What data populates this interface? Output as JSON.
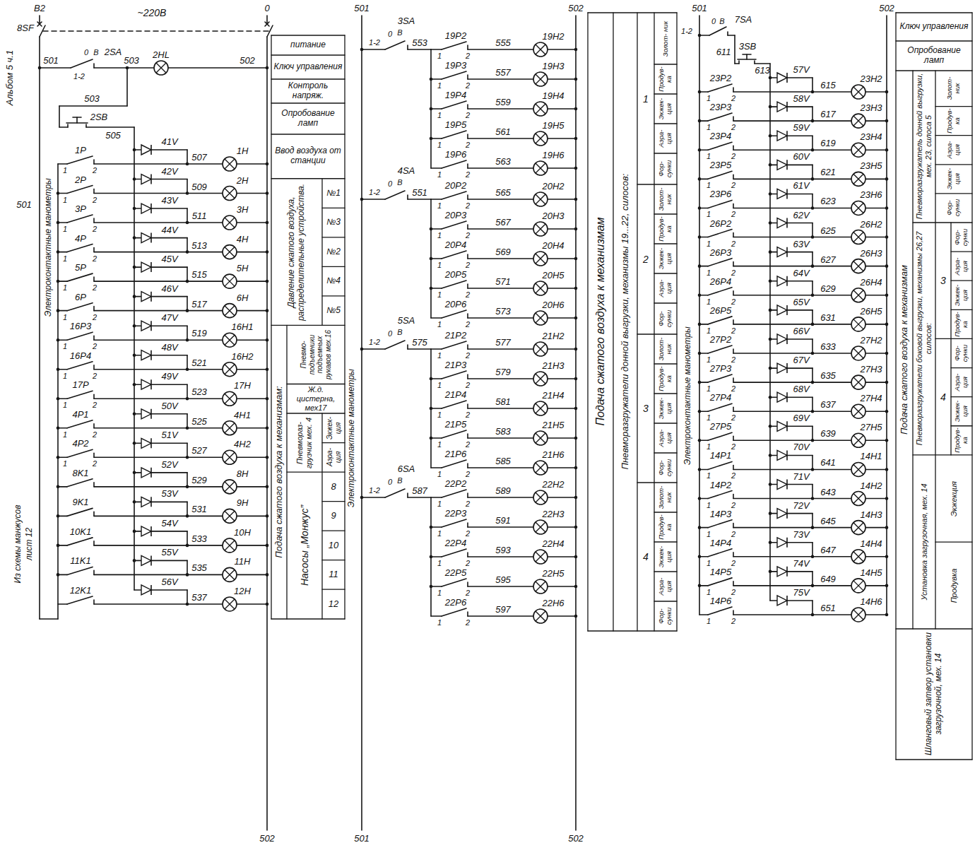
{
  "diagram": {
    "labels": [
      "Альбом 5 ч.1",
      "B2",
      "~220В",
      "0",
      "8SF",
      "501",
      "1-2",
      "0",
      "В",
      "2SA",
      "503",
      "2HL",
      "502",
      "503",
      "2SB",
      "505",
      "41V",
      "501",
      "Электроконтактные манометры",
      "Из схемы манжусов",
      "лист 12",
      "502",
      "1P",
      "1",
      "2",
      "507",
      "1H",
      "2P",
      "1",
      "2",
      "42V",
      "509",
      "2H",
      "3P",
      "1",
      "2",
      "43V",
      "511",
      "3H",
      "4P",
      "1",
      "2",
      "44V",
      "513",
      "4H",
      "5P",
      "1",
      "2",
      "45V",
      "515",
      "5H",
      "6P",
      "1",
      "2",
      "46V",
      "517",
      "6H",
      "16P3",
      "1",
      "2",
      "47V",
      "519",
      "16H1",
      "16P4",
      "1",
      "2",
      "48V",
      "521",
      "16H2",
      "17P",
      "1",
      "2",
      "49V",
      "523",
      "17H",
      "4P1",
      "1",
      "2",
      "50V",
      "525",
      "4H1",
      "4P2",
      "1",
      "2",
      "51V",
      "527",
      "4H2",
      "8K1",
      "52V",
      "529",
      "8H",
      "9K1",
      "53V",
      "531",
      "9H",
      "10K1",
      "54V",
      "533",
      "10H",
      "11K1",
      "55V",
      "535",
      "11H",
      "12K1",
      "56V",
      "537",
      "12H",
      "питание",
      "Ключ управления",
      "Контроль напряж.",
      "Опробование ламп",
      "Ввод воздуха от станции",
      "Давление сжатого воздуха, распределительные устройства.",
      "№1",
      "№3",
      "№2",
      "№4",
      "№5",
      "Подача сжатого воздуха к механизмам:",
      "Пневмо- подъемники подъемных рукавов мех.16",
      "Ж.д. цистерна, мех17",
      "Пневмораз- грузчик мех. 4",
      "Экжек- ция",
      "Аэра- ция",
      "Насосы „Монжус”",
      "8",
      "9",
      "10",
      "11",
      "12",
      "501",
      "502",
      "Электроконтактные манометры",
      "501",
      "502",
      "1-2",
      "0",
      "В",
      "3SA",
      "553",
      "19P2",
      "1",
      "2",
      "555",
      "19H2",
      "19P3",
      "1",
      "2",
      "557",
      "19H3",
      "19P4",
      "1",
      "2",
      "559",
      "19H4",
      "19P5",
      "1",
      "2",
      "561",
      "19H5",
      "19P6",
      "1",
      "2",
      "563",
      "19H6",
      "1-2",
      "0",
      "В",
      "4SA",
      "551",
      "20P2",
      "1",
      "2",
      "565",
      "20H2",
      "20P3",
      "1",
      "2",
      "567",
      "20H3",
      "20P4",
      "1",
      "2",
      "569",
      "20H4",
      "20P5",
      "1",
      "2",
      "571",
      "20H5",
      "20P6",
      "1",
      "2",
      "573",
      "20H6",
      "1-2",
      "0",
      "В",
      "5SA",
      "575",
      "21P2",
      "1",
      "2",
      "577",
      "21H2",
      "21P3",
      "1",
      "2",
      "579",
      "21H3",
      "21P4",
      "1",
      "2",
      "581",
      "21H4",
      "21P5",
      "1",
      "2",
      "583",
      "21H5",
      "21P6",
      "1",
      "2",
      "585",
      "21H6",
      "1-2",
      "0",
      "В",
      "6SA",
      "587",
      "22P2",
      "1",
      "2",
      "589",
      "22H2",
      "22P3",
      "1",
      "2",
      "591",
      "22H3",
      "22P4",
      "1",
      "2",
      "593",
      "22H4",
      "22P5",
      "1",
      "2",
      "595",
      "22H5",
      "22P6",
      "1",
      "2",
      "597",
      "22H6",
      "Подача сжатого воздуха к механизмам",
      "Пневморазгружатели донной выгрузки, механизмы 19...22, силосов:",
      "1",
      "Золот- ник",
      "Продув- ка",
      "Экжек- ция",
      "Аэра- ция",
      "Фор- сунки",
      "2",
      "Золот- ник",
      "Продув- ка",
      "Экжек- ция",
      "Аэра- ция",
      "Фор- сунки",
      "3",
      "Золот- ник",
      "Продув- ка",
      "Экжек- ция",
      "Аэра- ция",
      "Фор- сунки",
      "4",
      "Золот- ник",
      "Продув- ка",
      "Экжек- ция",
      "Аэра- ция",
      "Фор- сунки",
      "501",
      "502",
      "1-2",
      "0",
      "В",
      "7SA",
      "611",
      "3SB",
      "613",
      "57V",
      "Электроконтактные манометры",
      "23P2",
      "1",
      "2",
      "615",
      "23H2",
      "23P3",
      "1",
      "2",
      "58V",
      "617",
      "23H3",
      "23P4",
      "1",
      "2",
      "59V",
      "619",
      "23H4",
      "23P5",
      "1",
      "2",
      "60V",
      "621",
      "23H5",
      "23P6",
      "1",
      "2",
      "61V",
      "623",
      "23H6",
      "26P2",
      "1",
      "2",
      "62V",
      "625",
      "26H2",
      "26P3",
      "1",
      "2",
      "63V",
      "627",
      "26H3",
      "26P4",
      "1",
      "2",
      "64V",
      "629",
      "26H4",
      "26P5",
      "1",
      "2",
      "65V",
      "631",
      "26H5",
      "27P2",
      "1",
      "2",
      "66V",
      "633",
      "27H2",
      "27P3",
      "1",
      "2",
      "67V",
      "635",
      "27H3",
      "27P4",
      "1",
      "2",
      "68V",
      "637",
      "27H4",
      "27P5",
      "1",
      "2",
      "69V",
      "639",
      "27H5",
      "14P1",
      "1",
      "2",
      "70V",
      "641",
      "14H1",
      "14P2",
      "1",
      "2",
      "71V",
      "643",
      "14H2",
      "14P3",
      "1",
      "2",
      "72V",
      "645",
      "14H3",
      "14P4",
      "1",
      "2",
      "73V",
      "647",
      "14H4",
      "14P5",
      "1",
      "2",
      "74V",
      "649",
      "14H5",
      "14P6",
      "1",
      "2",
      "75V",
      "651",
      "14H6",
      "Ключ управления",
      "Опробование ламп",
      "Подача сжатого воздуха к механизмам",
      "Пневморазгружатель донной выгрузки, мех. 23, силоса 5",
      "Золот- ник",
      "Продув- ка",
      "Аэра- ция",
      "Экжек- ция",
      "Фор- сунки",
      "Пневморазгружатели боковой выгрузки, механизмы 26,27 силосов:",
      "3",
      "Фор- сунки",
      "Аэра- ция",
      "Экжек- ция",
      "Продув- ка",
      "4",
      "Фор- сунки",
      "Аэра- ция",
      "Экжек- ция",
      "Продув- ка",
      "Установка загрузочная, мех. 14",
      "Экжекция",
      "Продувка",
      "Шланговый затвор установки загрузочной, мех. 14"
    ]
  }
}
